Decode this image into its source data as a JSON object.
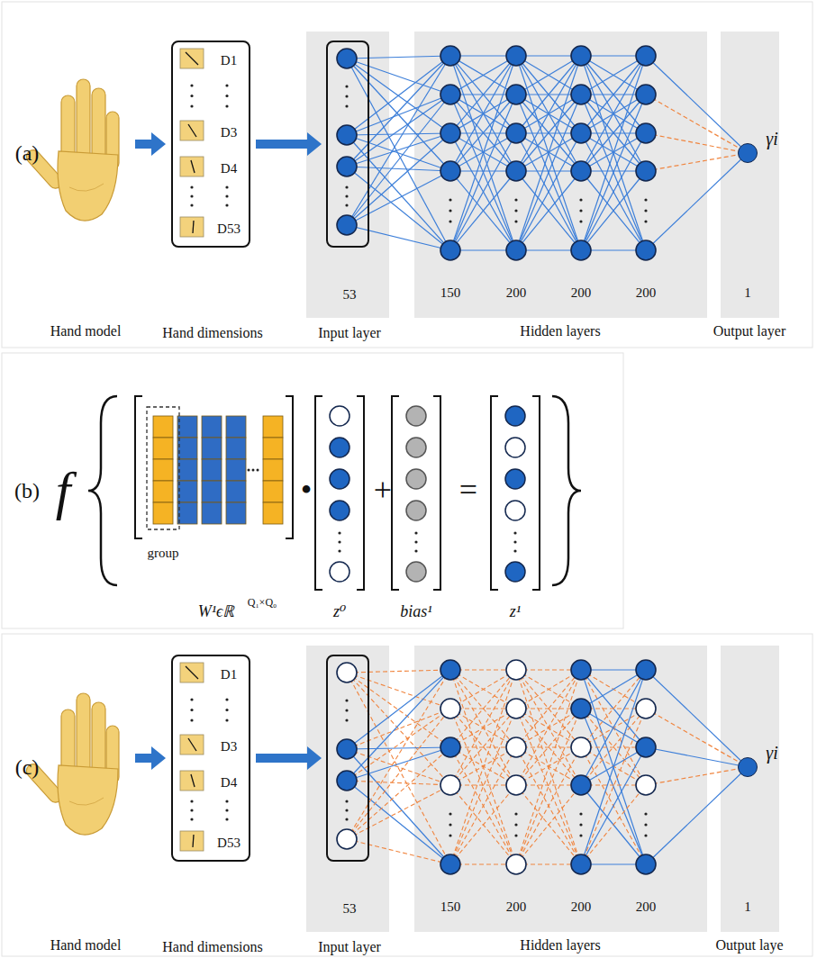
{
  "diagram": {
    "nodes": [
      {
        "text": [
          "D1",
          "D3",
          "D4",
          "D53",
          "Hand dimensions"
        ]
      },
      {
        "text": [
          "53",
          "Input layer"
        ]
      },
      {
        "text": [
          "γi"
        ]
      },
      {
        "text": [
          "D1",
          "D3",
          "D4",
          "D53",
          "Hand dimensions"
        ]
      },
      {
        "text": [
          "53",
          "Input layer"
        ]
      },
      {
        "text": [
          "γi"
        ]
      }
    ],
    "edges": [
      {
        "from": 0,
        "to": 1,
        "arrow": "to"
      },
      {
        "from": 3,
        "to": 4,
        "arrow": "to"
      }
    ],
    "labels": [
      "(a)",
      "Hand model",
      "150",
      "200",
      "200",
      "200",
      "1",
      "Hidden layers",
      "Output layer",
      "(b)",
      "f",
      "group",
      "W¹ϵℝ",
      "Q₁×Q₀",
      "•",
      "+",
      "=",
      "z⁰",
      "bias¹",
      "z¹",
      "(c)",
      "Hand model",
      "150",
      "200",
      "200",
      "200",
      "1",
      "Hidden layers",
      "Output laye"
    ]
  }
}
